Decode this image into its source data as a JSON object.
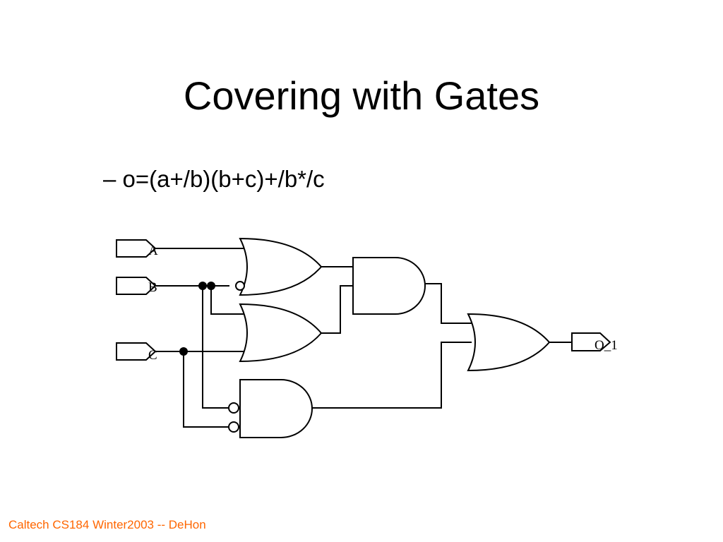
{
  "slide": {
    "title": "Covering with Gates",
    "bullet_dash": "–",
    "bullet_text": "o=(a+/b)(b+c)+/b*/c",
    "footer": "Caltech CS184 Winter2003 -- DeHon",
    "footer_color": "#ff6600"
  },
  "circuit": {
    "inputs": [
      "A",
      "B",
      "C"
    ],
    "output": "O_1",
    "gates": [
      "OR",
      "OR",
      "AND",
      "AND",
      "OR"
    ]
  }
}
